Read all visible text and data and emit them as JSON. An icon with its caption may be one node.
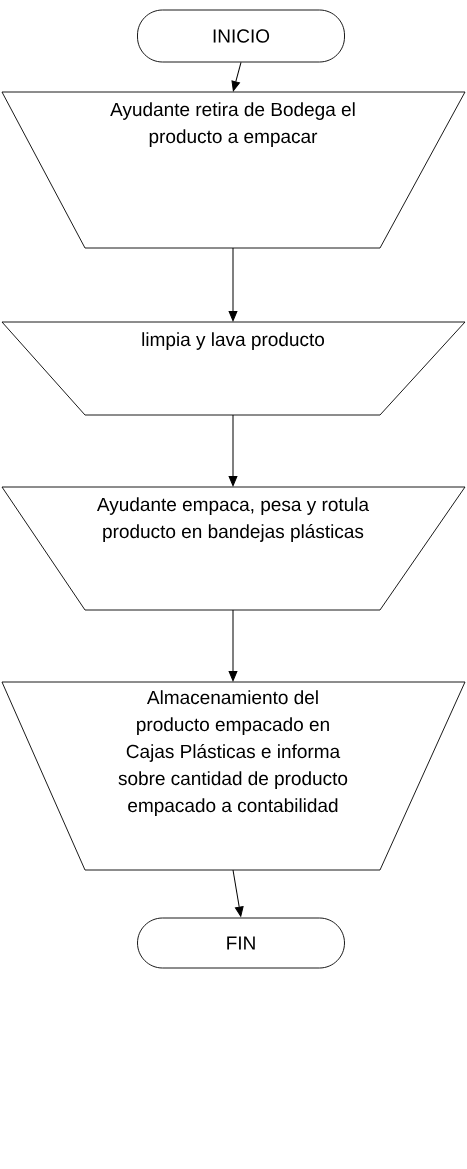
{
  "diagram": {
    "nodes": [
      {
        "text": [
          "INICIO"
        ]
      },
      {
        "text": [
          "Ayudante retira de Bodega el producto a empacar"
        ]
      },
      {
        "text": [
          "limpia y lava producto"
        ]
      },
      {
        "text": [
          "Ayudante empaca, pesa y rotula producto en bandejas plásticas"
        ]
      },
      {
        "text": [
          "Almacenamiento del producto empacado en Cajas Plásticas e informa sobre cantidad de producto empacado a contabilidad"
        ]
      },
      {
        "text": [
          "FIN"
        ]
      }
    ],
    "edges": [
      {
        "from": 0,
        "to": 1,
        "arrow": "to"
      },
      {
        "from": 1,
        "to": 2,
        "arrow": "to"
      },
      {
        "from": 2,
        "to": 3,
        "arrow": "to"
      },
      {
        "from": 3,
        "to": 4,
        "arrow": "to"
      },
      {
        "from": 4,
        "to": 5,
        "arrow": "to"
      }
    ]
  }
}
